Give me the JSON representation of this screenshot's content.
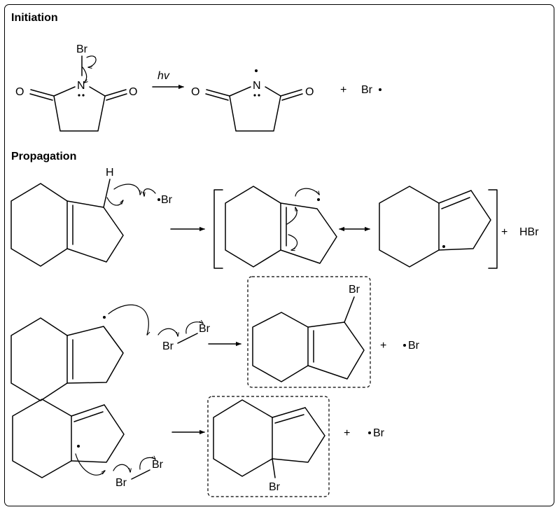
{
  "sections": {
    "initiation": "Initiation",
    "propagation": "Propagation"
  },
  "labels": {
    "br": "Br",
    "n": "N",
    "o": "O",
    "h": "H",
    "hv": "hv",
    "plus": "+",
    "hbr": "HBr"
  },
  "colors": {
    "ink": "#000000",
    "background": "#ffffff"
  }
}
